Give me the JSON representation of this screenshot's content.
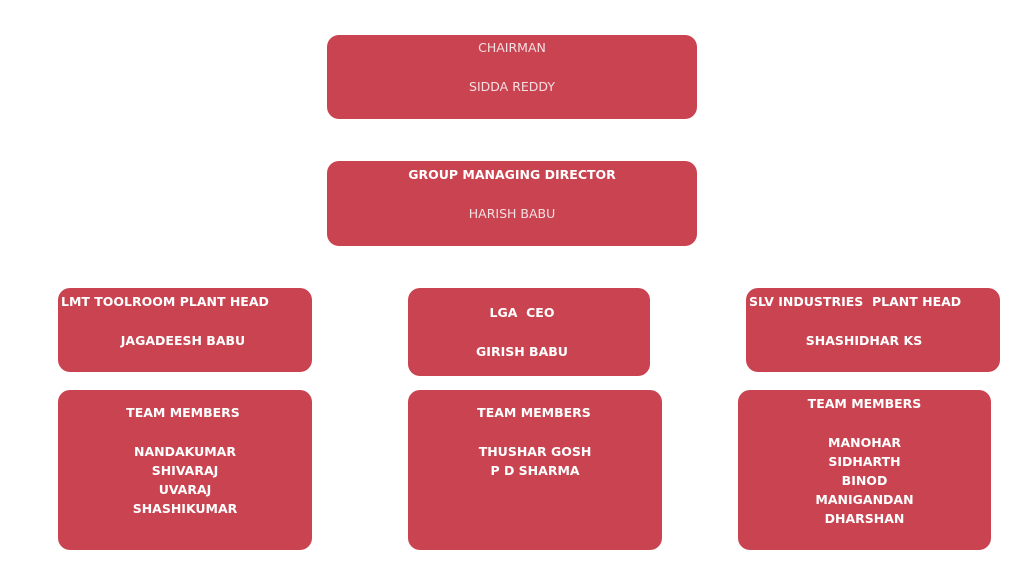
{
  "colors": {
    "box": "#c94350",
    "text": "#ffffff"
  },
  "chairman": {
    "title": "CHAIRMAN",
    "name": "SIDDA REDDY"
  },
  "gmd": {
    "title": "GROUP MANAGING DIRECTOR",
    "name": "HARISH BABU"
  },
  "units": [
    {
      "title": "LMT TOOLROOM PLANT HEAD",
      "head": "JAGADEESH BABU",
      "team_label": "TEAM MEMBERS",
      "members": [
        "NANDAKUMAR",
        "SHIVARAJ",
        "UVARAJ",
        "SHASHIKUMAR"
      ]
    },
    {
      "title": "LGA  CEO",
      "head": "GIRISH BABU",
      "team_label": "TEAM MEMBERS",
      "members": [
        "THUSHAR GOSH",
        "P D SHARMA"
      ]
    },
    {
      "title": "SLV INDUSTRIES  PLANT HEAD",
      "head": "SHASHIDHAR KS",
      "team_label": "TEAM MEMBERS",
      "members": [
        "MANOHAR",
        "SIDHARTH",
        "BINOD",
        "MANIGANDAN",
        "DHARSHAN"
      ]
    }
  ]
}
